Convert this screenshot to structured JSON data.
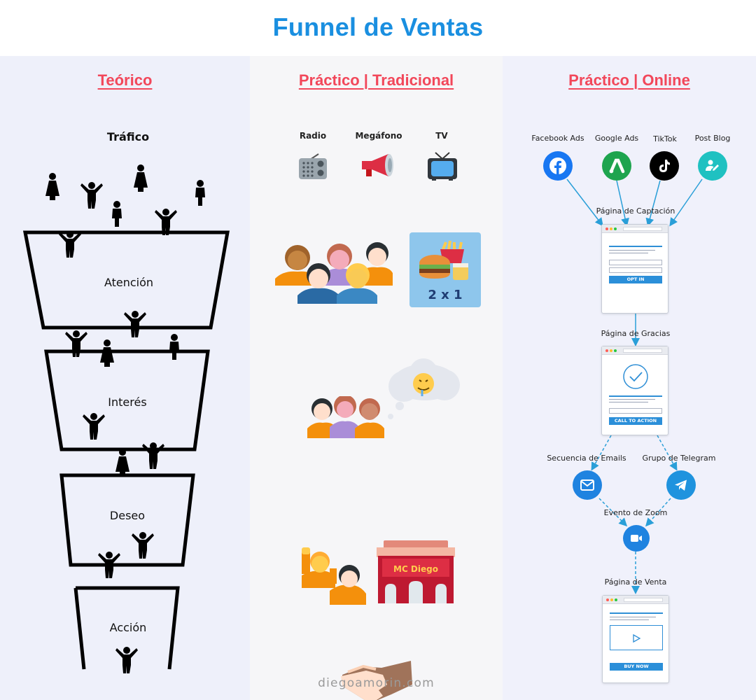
{
  "title": "Funnel de Ventas",
  "columns": {
    "theoretical": {
      "title": "Teórico",
      "top_label": "Tráfico",
      "stages": [
        "Atención",
        "Interés",
        "Deseo",
        "Acción"
      ]
    },
    "traditional": {
      "title": "Práctico | Tradicional",
      "media": [
        "Radio",
        "Megáfono",
        "TV"
      ],
      "promo_text": "2 x 1",
      "store_sign": "MC Diego"
    },
    "online": {
      "title": "Práctico | Online",
      "sources": [
        "Facebook Ads",
        "Google Ads",
        "TikTok",
        "Post Blog"
      ],
      "pages": {
        "capture": "Página de Captación",
        "thanks": "Página de Gracias",
        "sales": "Página de Venta"
      },
      "channels": {
        "emails": "Secuencia de Emails",
        "telegram": "Grupo de Telegram",
        "zoom": "Evento de Zoom"
      },
      "buttons": {
        "opt_in": "OPT IN",
        "cta": "CALL TO ACTION",
        "buy": "BUY NOW"
      }
    }
  },
  "footer": "diegoamorin.com",
  "colors": {
    "title_blue": "#1a8fe0",
    "column_title_red": "#f2475a",
    "facebook": "#1877f2",
    "google_ads": "#1ea44e",
    "tiktok": "#000000",
    "blog": "#1fc1c1",
    "arrow": "#2a9fd8"
  }
}
